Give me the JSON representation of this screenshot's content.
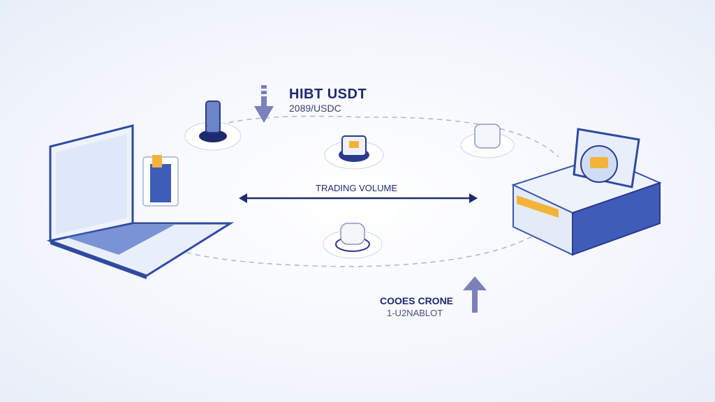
{
  "labels": {
    "title": "HIBT USDT",
    "subtitle": "2089/USDC",
    "trading_volume": "TRADING VOLUME",
    "bottom_title": "COOES CRONE",
    "bottom_subtitle": "1-U2NABLOT"
  },
  "colors": {
    "primary": "#2b3a8f",
    "accent": "#f2b33a",
    "arrow": "#7a80b8",
    "light": "#dfe7f6"
  }
}
